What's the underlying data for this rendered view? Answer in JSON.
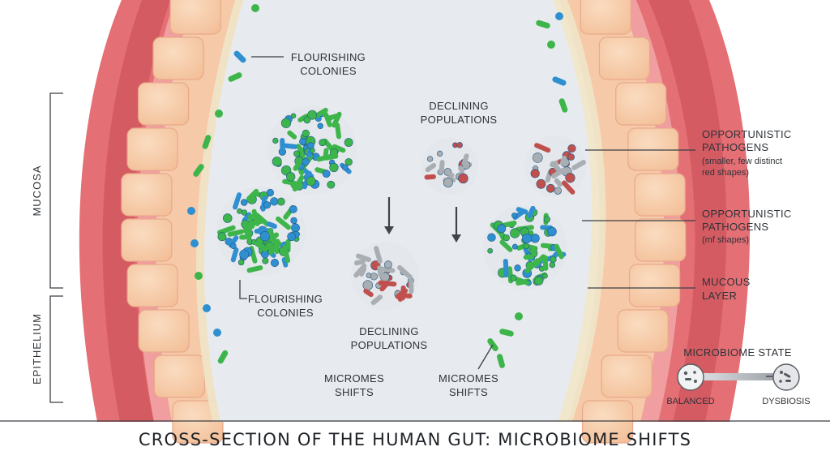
{
  "labels": {
    "flourishing_top": [
      "FLOURISHING",
      "COLONIES"
    ],
    "flourishing_bottom": [
      "FLOURISHING",
      "COLONIES"
    ],
    "declining_top": [
      "DECLINING",
      "POPULATIONS"
    ],
    "declining_bottom": [
      "DECLINING",
      "POPULATIONS"
    ],
    "opportunistic_1": [
      "OPPORTUNISTIC",
      "PATHOGENS"
    ],
    "opportunistic_1_note": [
      "(smaller, few distinct",
      "red shapes)"
    ],
    "opportunistic_2": [
      "OPPORTUNISTIC",
      "PATHOGENS"
    ],
    "opportunistic_2_note": "(mf shapes)",
    "mucous_layer": [
      "MUCOUS",
      "LAYER"
    ],
    "micromes_left": [
      "MICROMES",
      "SHIFTS"
    ],
    "micromes_right": [
      "MICROMES",
      "SHIFTS"
    ],
    "mucosa": "MUCOSA",
    "epithelium": "EPITHELIUM"
  },
  "legend": {
    "title": "MICROBIOME STATE",
    "start": "BALANCED",
    "end": "DYSBIOSIS"
  },
  "title": "CROSS-SECTION OF THE HUMAN GUT: MICROBIOME SHIFTS",
  "colors": {
    "healthy_blue": "#2f8fd0",
    "healthy_green": "#3db54a",
    "declining_gray": "#a9aeb3",
    "pathogen_red": "#c0504d",
    "lumen": "#e7eaee",
    "mucosa_pink": "#e98f91",
    "epithelium_cells": "#f7cba6"
  }
}
